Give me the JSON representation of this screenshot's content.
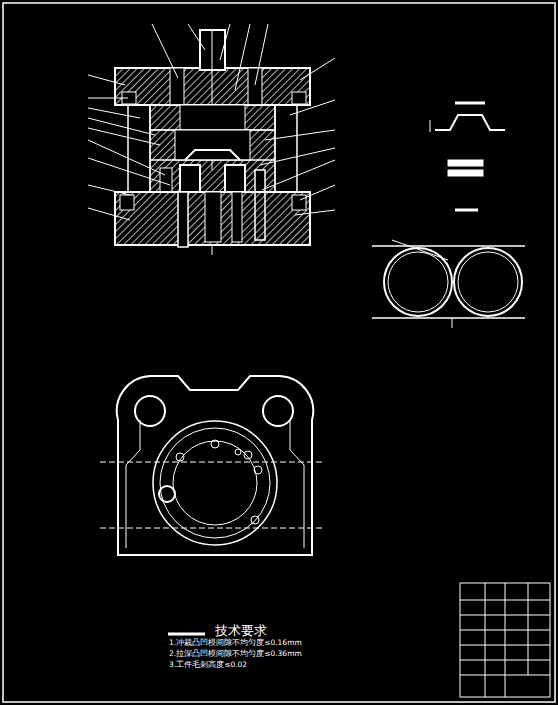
{
  "diagram": {
    "labels": [
      "技术要求",
      "1.冲裁凸凹模间隙不均匀度≤0.16mm",
      "2.拉深凸凹模间隙不均匀度≤0.36mm",
      "3.工件毛刺高度≤0.02"
    ]
  }
}
